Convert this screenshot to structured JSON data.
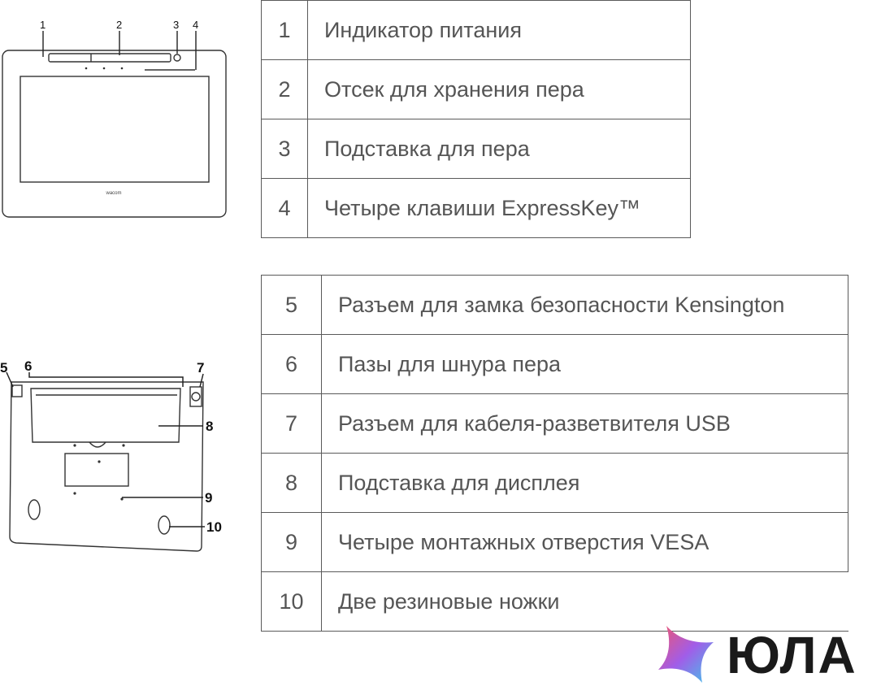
{
  "front_diagram": {
    "callouts": [
      "1",
      "2",
      "3",
      "4"
    ],
    "device_logo": "wacom"
  },
  "back_diagram": {
    "callouts": [
      "5",
      "6",
      "7",
      "8",
      "9",
      "10"
    ]
  },
  "table_front": [
    {
      "num": "1",
      "text": "Индикатор питания"
    },
    {
      "num": "2",
      "text": "Отсек для хранения пера"
    },
    {
      "num": "3",
      "text": "Подставка для пера"
    },
    {
      "num": "4",
      "text": "Четыре клавиши ExpressKey™"
    }
  ],
  "table_back": [
    {
      "num": "5",
      "text": "Разъем для замка безопасности Kensington"
    },
    {
      "num": "6",
      "text": "Пазы для шнура пера"
    },
    {
      "num": "7",
      "text": "Разъем для кабеля-разветвителя USB"
    },
    {
      "num": "8",
      "text": "Подставка для дисплея"
    },
    {
      "num": "9",
      "text": "Четыре монтажных отверстия VESA"
    },
    {
      "num": "10",
      "text": "Две резиновые ножки"
    }
  ],
  "watermark": {
    "text": "ЮЛА",
    "gradient_colors": [
      "#f0556e",
      "#a15de8",
      "#3ec7ea"
    ],
    "text_color": "#1a1a1a"
  }
}
